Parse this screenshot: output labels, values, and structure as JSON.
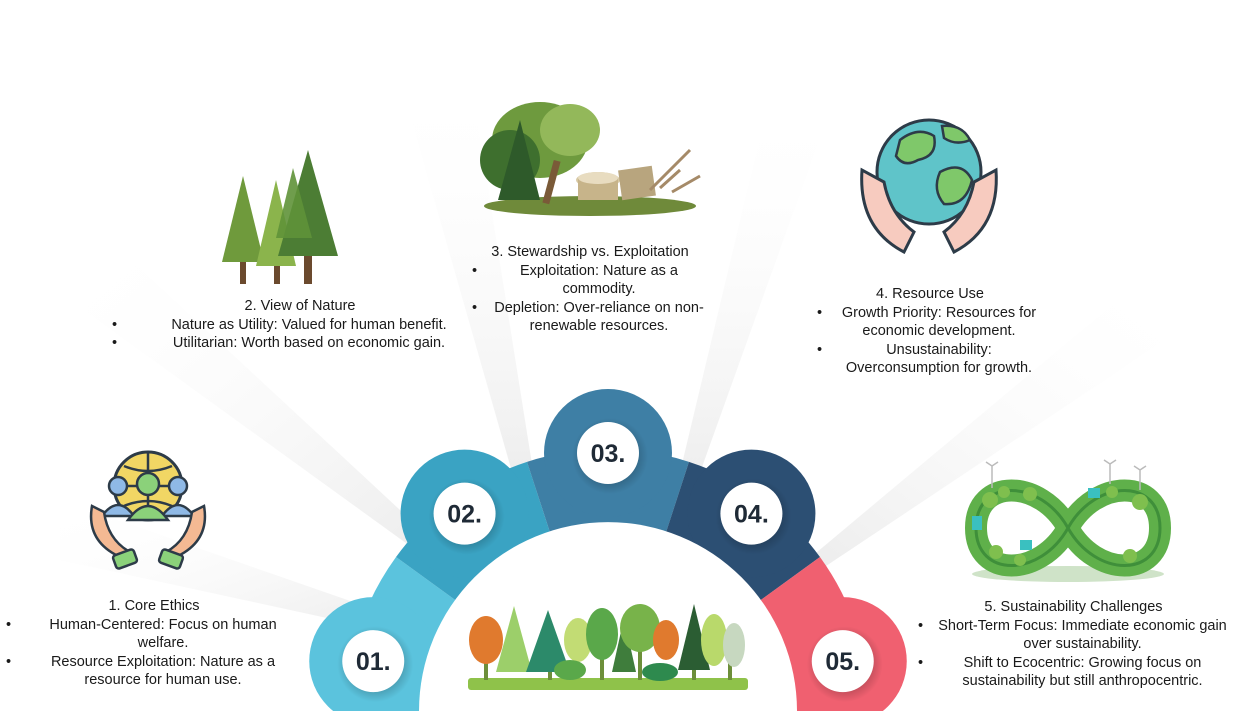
{
  "colors": {
    "seg1": "#5bc3dd",
    "seg2": "#3aa3c3",
    "seg3": "#3e7fa5",
    "seg4": "#2c4f73",
    "seg5": "#f06070",
    "ray": "#e9e9e9"
  },
  "items": [
    {
      "number": "01.",
      "title": "1. Core Ethics",
      "bullets": [
        "Human-Centered: Focus on human welfare.",
        "Resource Exploitation: Nature as a resource for human use."
      ],
      "icon": "people-globe-hands-icon"
    },
    {
      "number": "02.",
      "title": "2. View of Nature",
      "bullets": [
        "Nature as Utility: Valued for human benefit.",
        "Utilitarian: Worth based on economic gain."
      ],
      "icon": "pine-trees-icon"
    },
    {
      "number": "03.",
      "title": "3. Stewardship vs. Exploitation",
      "bullets": [
        "Exploitation: Nature as a commodity.",
        "Depletion: Over-reliance on non-renewable resources."
      ],
      "icon": "deforestation-icon"
    },
    {
      "number": "04.",
      "title": "4. Resource Use",
      "bullets": [
        "Growth Priority: Resources for economic development.",
        "Unsustainability: Overconsumption for growth."
      ],
      "icon": "earth-in-hands-icon"
    },
    {
      "number": "05.",
      "title": "5. Sustainability Challenges",
      "bullets": [
        "Short-Term Focus: Immediate economic gain over sustainability.",
        "Shift to Ecocentric: Growing focus on sustainability but still anthropocentric."
      ],
      "icon": "infinity-landscape-icon"
    }
  ],
  "center_icon": "forest-icon"
}
